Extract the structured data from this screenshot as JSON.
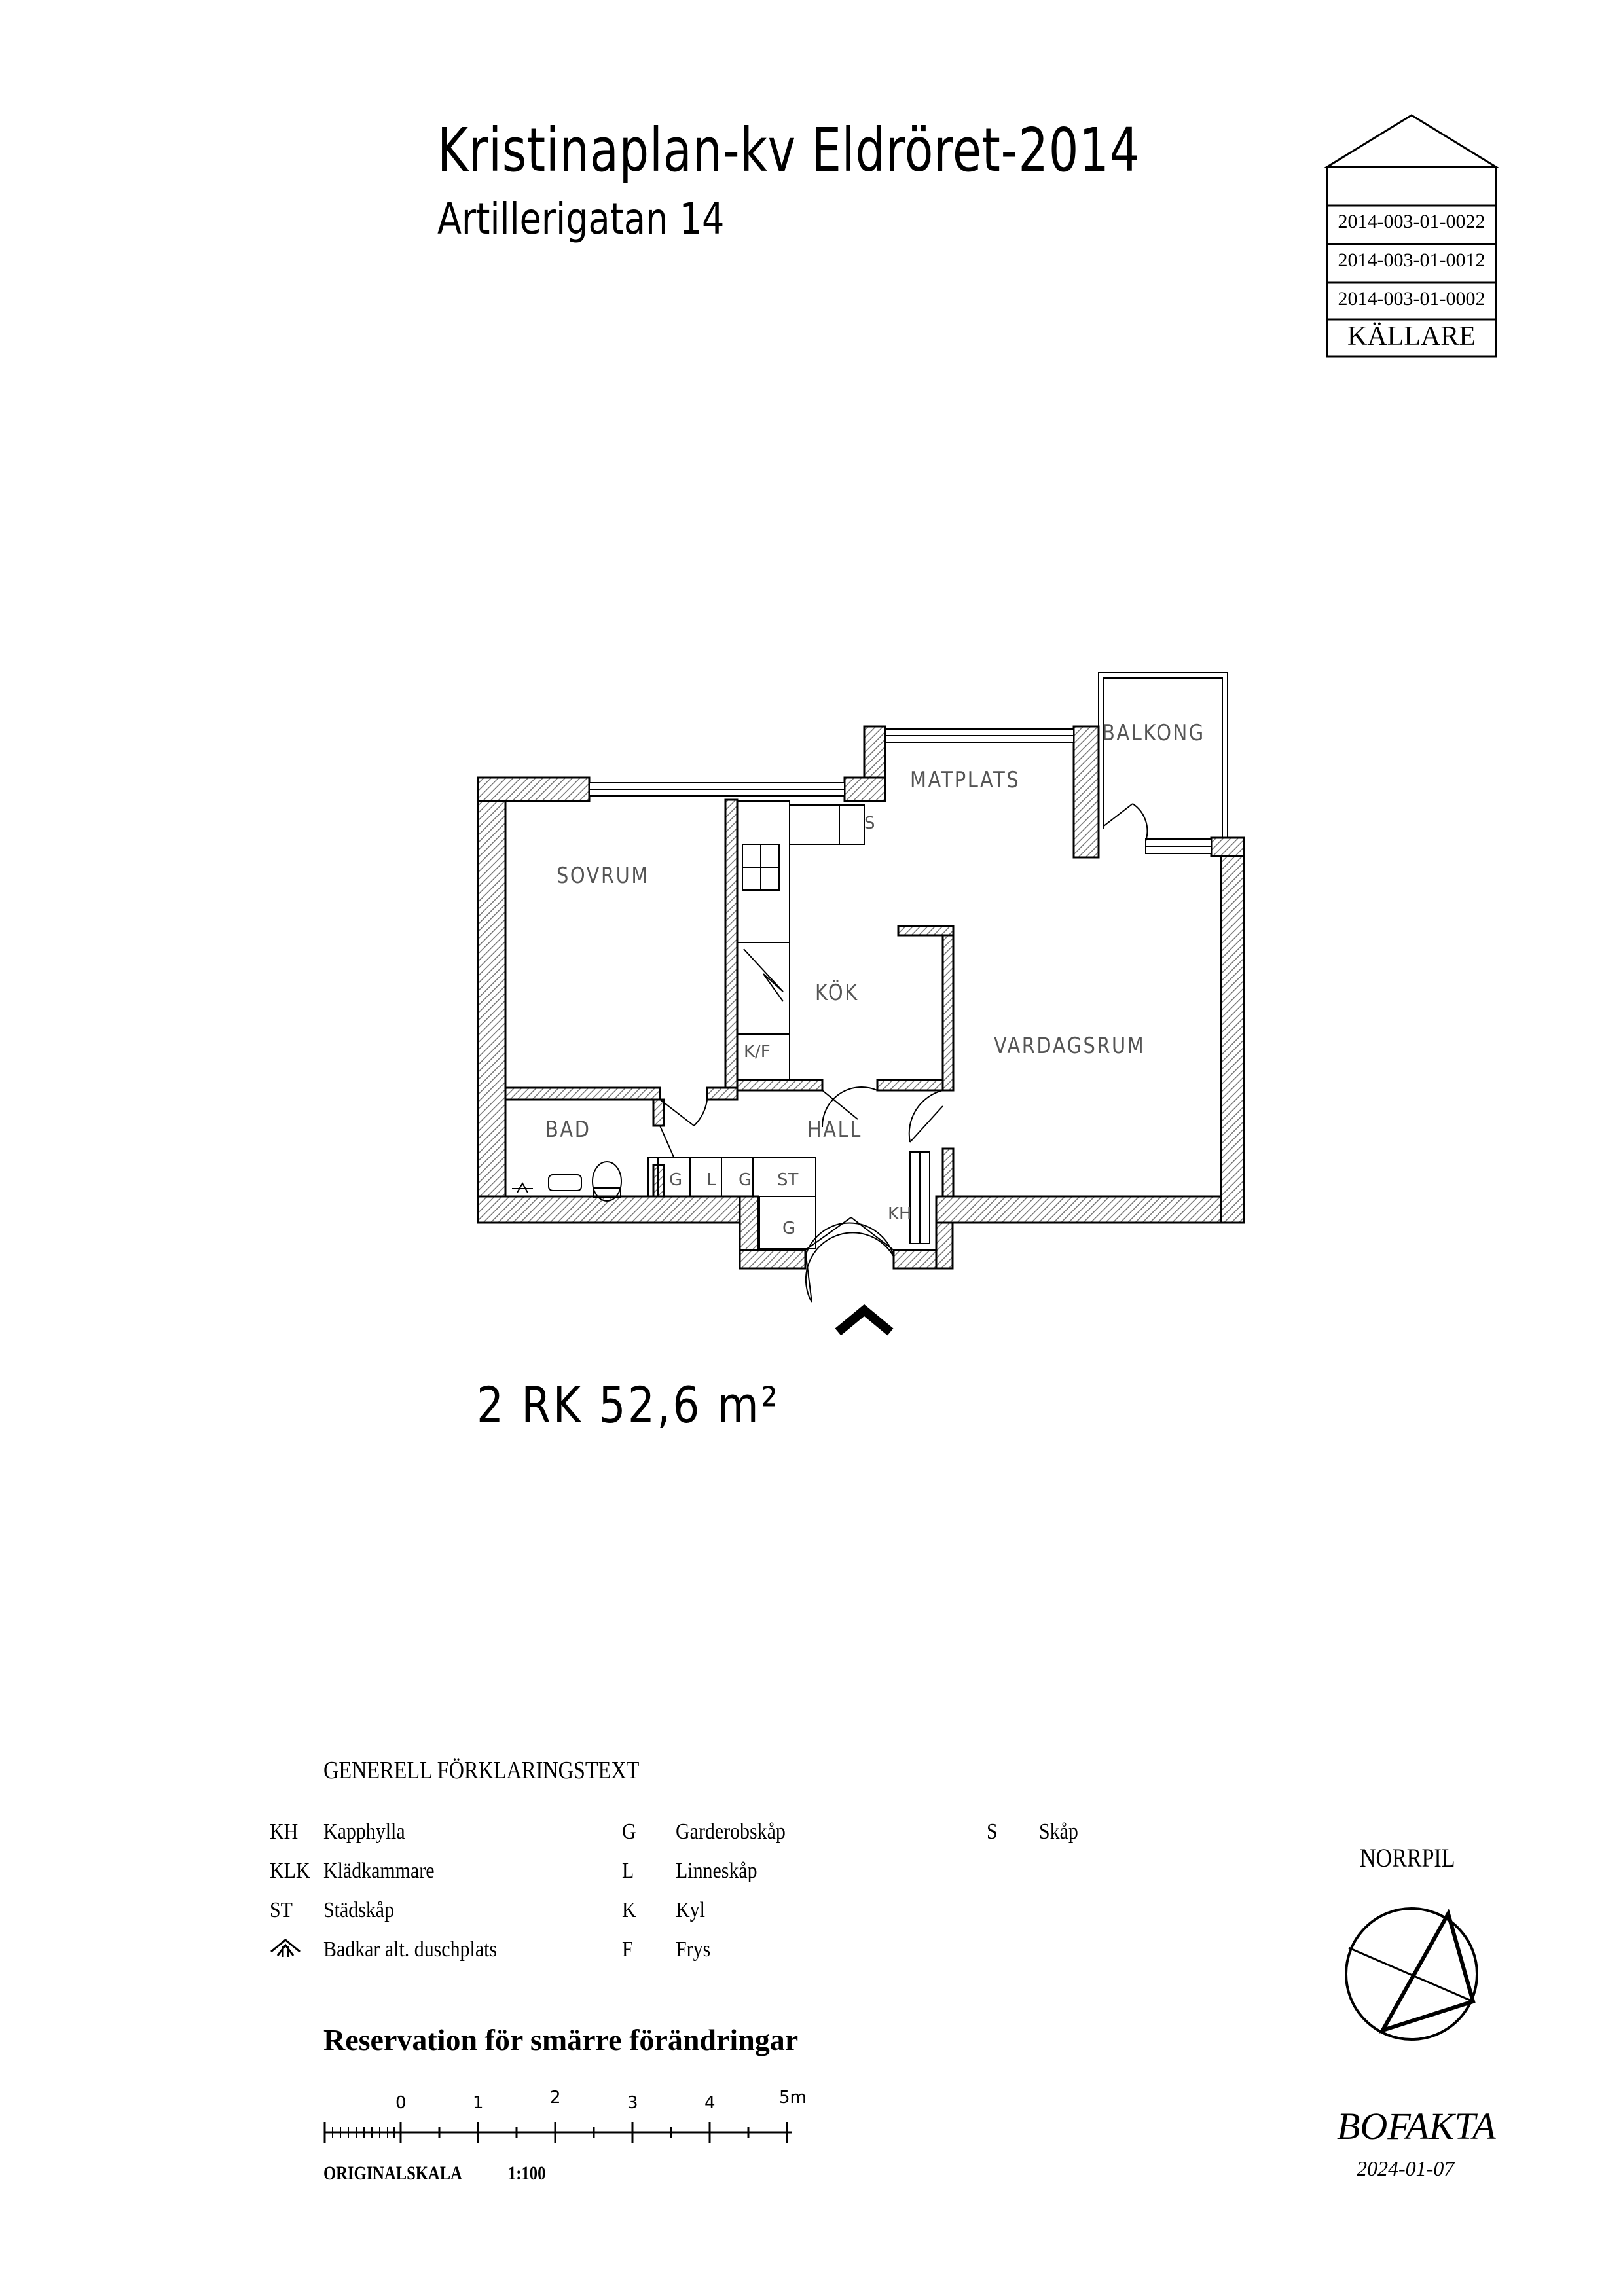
{
  "header": {
    "title": "Kristinaplan-kv Eldröret-2014",
    "address": "Artillerigatan 14"
  },
  "floor_badge": {
    "ids": [
      "2014-003-01-0022",
      "2014-003-01-0012",
      "2014-003-01-0002"
    ],
    "floor_name": "KÄLLARE"
  },
  "plan": {
    "rooms": {
      "bedroom": "SOVRUM",
      "kitchen": "KÖK",
      "dining": "MATPLATS",
      "balcony": "BALKONG",
      "living": "VARDAGSRUM",
      "bathroom": "BAD",
      "hall": "HALL"
    },
    "fixtures": {
      "cabinet_s": "S",
      "fridge_freezer": "K/F",
      "wardrobe_1": "G",
      "linen": "L",
      "wardrobe_2": "G",
      "cleaning": "ST",
      "wardrobe_3": "G",
      "coat_rack": "KH"
    }
  },
  "area_summary": "2 RK 52,6 m²",
  "legend": {
    "heading": "GENERELL FÖRKLARINGSTEXT",
    "entries": [
      {
        "code": "KH",
        "text": "Kapphylla"
      },
      {
        "code": "KLK",
        "text": "Klädkammare"
      },
      {
        "code": "ST",
        "text": "Städskåp"
      },
      {
        "code": "",
        "text": "Badkar alt. duschplats",
        "icon": "bathtub-symbol-icon"
      },
      {
        "code": "G",
        "text": "Garderobskåp"
      },
      {
        "code": "L",
        "text": "Linneskåp"
      },
      {
        "code": "K",
        "text": "Kyl"
      },
      {
        "code": "F",
        "text": "Frys"
      },
      {
        "code": "S",
        "text": "Skåp"
      }
    ]
  },
  "reservation": "Reservation för smärre förändringar",
  "scale": {
    "ticks": [
      "0",
      "1",
      "2",
      "3",
      "4",
      "5m"
    ],
    "original_label": "ORIGINALSKALA",
    "ratio": "1:100"
  },
  "north": {
    "label": "NORRPIL",
    "icon": "north-arrow-icon"
  },
  "footer": {
    "brand": "BOFAKTA",
    "date": "2024-01-07"
  }
}
